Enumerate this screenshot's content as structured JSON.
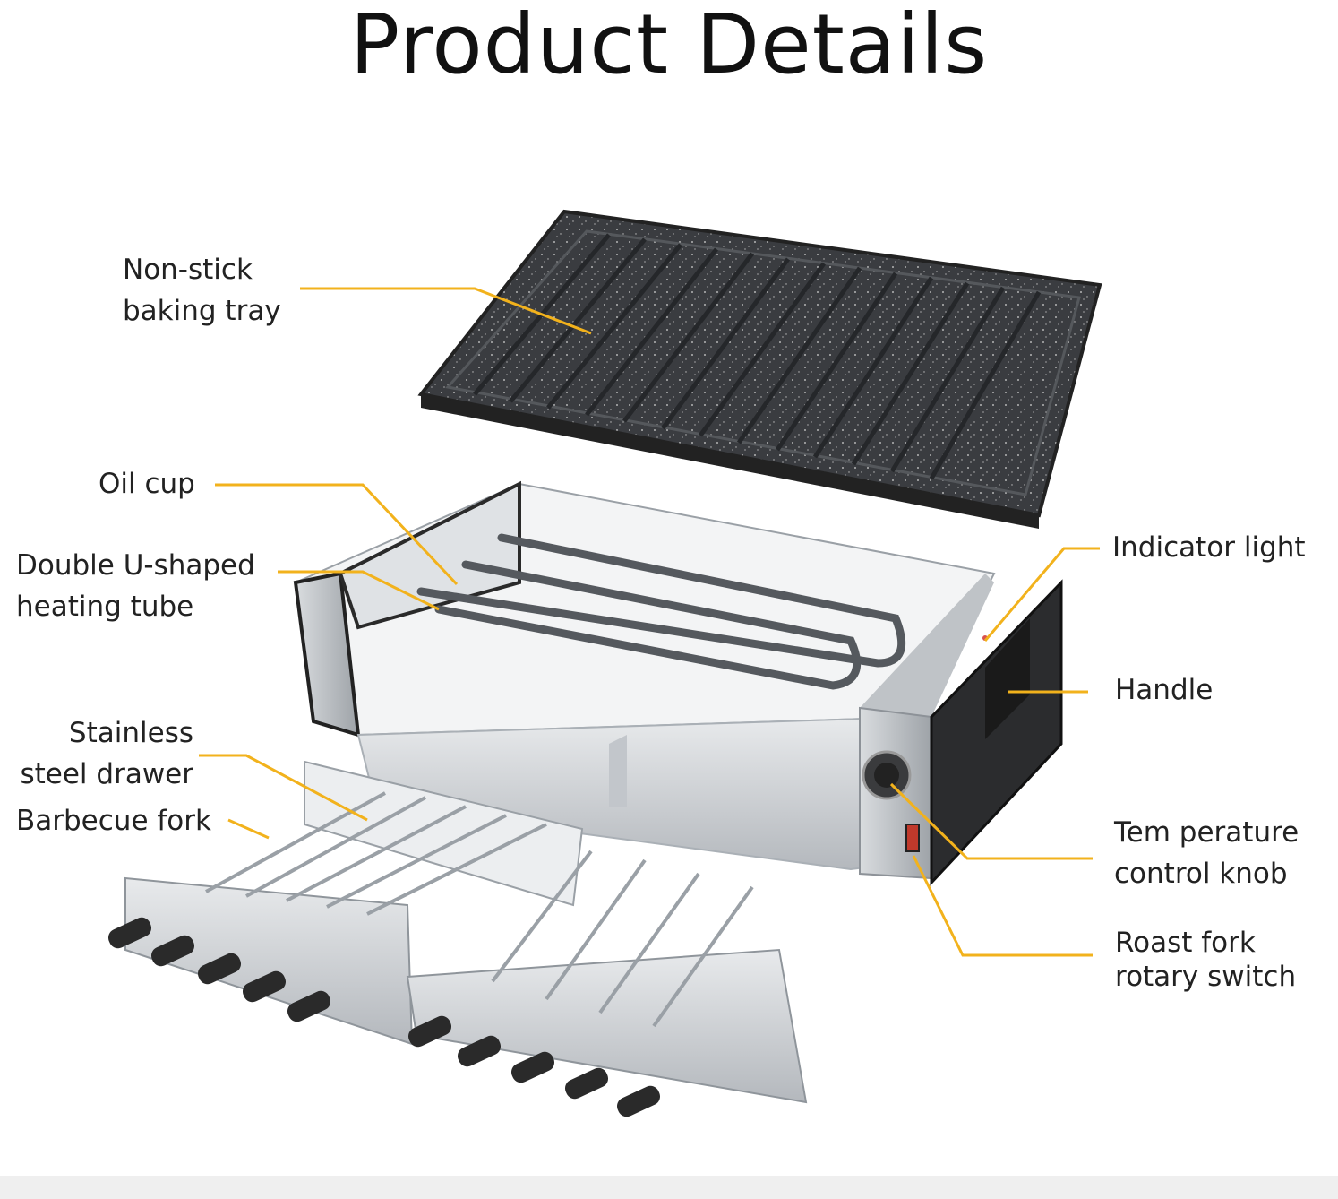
{
  "title": "Product Details",
  "colors": {
    "leader": "#f2b21c",
    "tray": "#3c3e42",
    "steel": "#c9cdd2",
    "panel": "#2b2c2e"
  },
  "labels": {
    "tray": {
      "line1": "Non-stick",
      "line2": "baking tray"
    },
    "oil_cup": "Oil cup",
    "tube": {
      "line1": "Double U-shaped",
      "line2": "heating tube"
    },
    "drawer": {
      "line1": "Stainless",
      "line2": "steel drawer"
    },
    "fork": "Barbecue fork",
    "indicator": "Indicator light",
    "handle": "Handle",
    "knob": {
      "line1": "Tem perature",
      "line2": "control knob"
    },
    "switch": {
      "line1": "Roast fork",
      "line2": "rotary switch"
    }
  },
  "product_illustration": "grill-illustration"
}
